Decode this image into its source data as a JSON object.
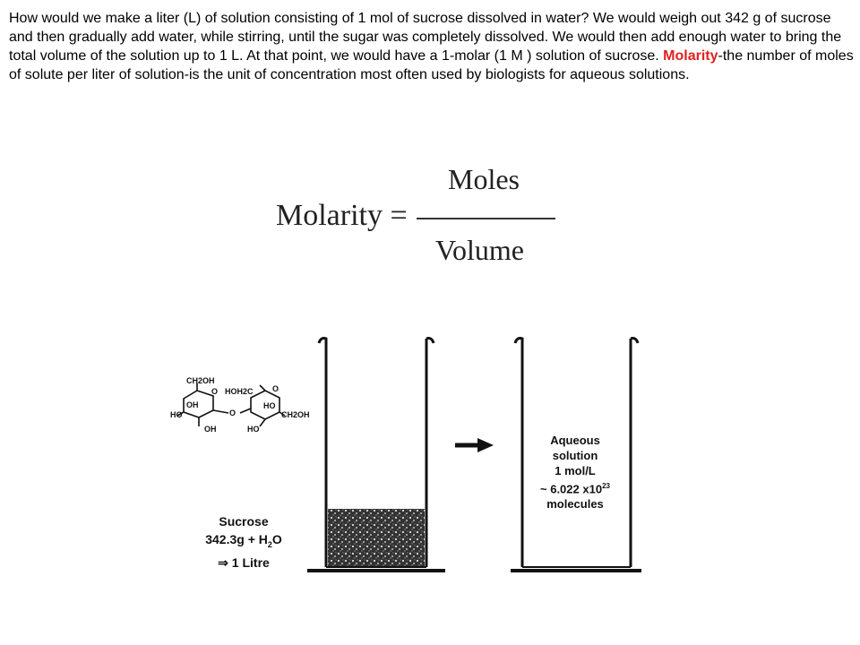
{
  "paragraph": {
    "text_before": "How would we make a liter (L) of solution consisting of 1 mol of sucrose dissolved in water? We would weigh out 342 g of sucrose and then gradually add water, while stirring, until the sugar was completely dissolved. We would then add enough water to bring the total volume of the solution up to 1 L. At that point, we would have a 1-molar (1 M ) solution of sucrose. ",
    "highlight": "Molarity",
    "text_after": "-the number of moles of solute per liter of solution-is the unit of concentration most often used by biologists for aqueous solutions."
  },
  "formula": {
    "lhs": "Molarity =",
    "numerator": "Moles",
    "denominator": "Volume"
  },
  "molecule": {
    "groups": [
      "CH2OH",
      "O",
      "HOH2C",
      "O",
      "OH",
      "HO",
      "HO",
      "O",
      "CH2OH",
      "OH",
      "HO"
    ]
  },
  "left_beaker": {
    "label_line1": "Sucrose",
    "label_line2_prefix": "342.3g + H",
    "label_line2_sub": "2",
    "label_line2_suffix": "O",
    "label_line3": "⇒ 1 Litre"
  },
  "right_beaker": {
    "line1": "Aqueous",
    "line2": "solution",
    "line3": "1 mol/L",
    "line4_prefix": "~ 6.022 x10",
    "line4_sup": "23",
    "line5": "molecules"
  },
  "colors": {
    "highlight": "#e02020",
    "ink": "#111111"
  }
}
